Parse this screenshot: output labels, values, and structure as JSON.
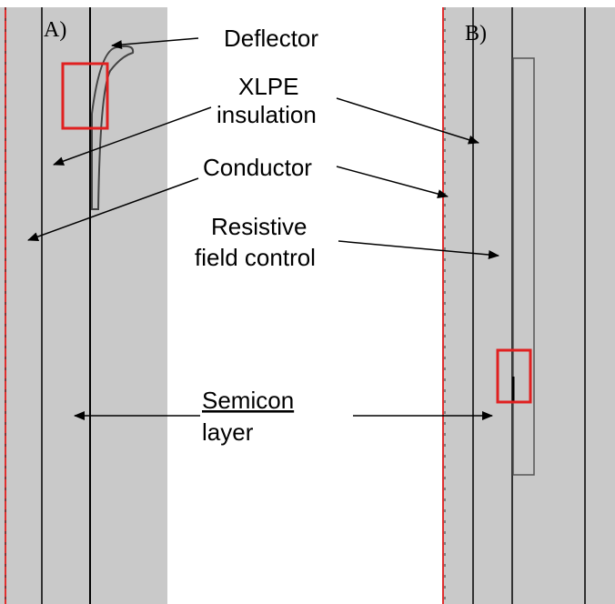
{
  "panels": {
    "a_label": "A)",
    "b_label": "B)"
  },
  "labels": {
    "deflector": "Deflector",
    "xlpe_line1": "XLPE",
    "xlpe_line2": "insulation",
    "conductor": "Conductor",
    "resistive_line1": "Resistive",
    "resistive_line2": "field control",
    "semicon_line1": "Semicon",
    "semicon_line2": "layer"
  },
  "colors": {
    "panel_fill": "#c9c9c9",
    "outline": "#000000",
    "highlight_box": "#e02020",
    "edge_line": "#e03030",
    "spellcheck_underline": "#e02020"
  }
}
